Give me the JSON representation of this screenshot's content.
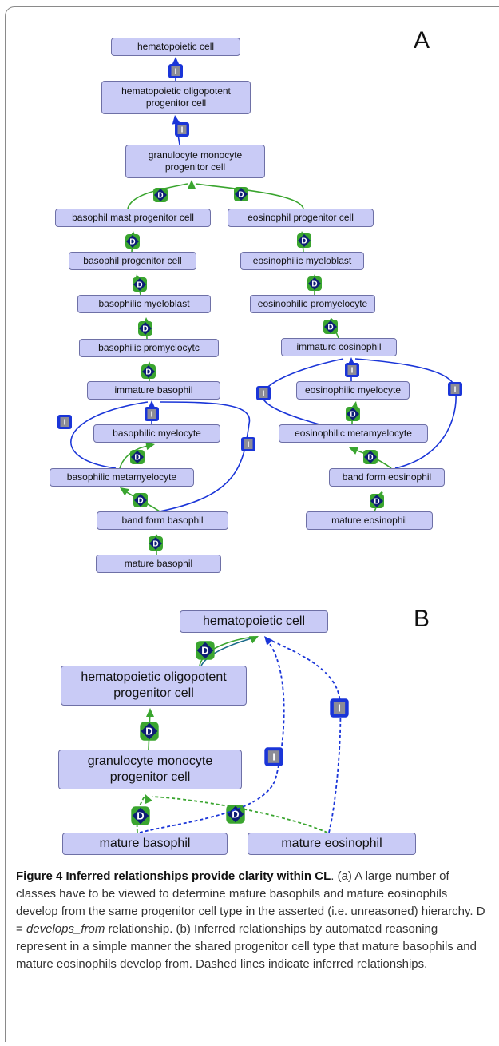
{
  "panels": {
    "a": {
      "label": "A",
      "nodes": {
        "hematopoietic_cell": "hematopoietic cell",
        "oligopotent": "hematopoietic oligopotent progenitor cell",
        "gmp": "granulocyte monocyte progenitor cell",
        "baso_mast_prog": "basophil mast progenitor cell",
        "eos_prog": "eosinophil progenitor cell",
        "baso_prog": "basophil progenitor cell",
        "eos_myeloblast": "eosinophilic myeloblast",
        "baso_myeloblast": "basophilic myeloblast",
        "eos_promyelocyte": "eosinophilic promyelocyte",
        "baso_promyelocyte": "basophilic promyclocytc",
        "immature_eos": "immaturc cosinophil",
        "immature_baso": "immature basophil",
        "eos_myelocyte": "eosinophilic myelocyte",
        "baso_myelocyte": "basophilic myelocyte",
        "eos_metamyelocyte": "eosinophilic metamyelocyte",
        "baso_metamyelocyte": "basophilic metamyelocyte",
        "band_eos": "band form eosinophil",
        "band_baso": "band form basophil",
        "mature_eos": "mature eosinophil",
        "mature_baso": "mature basophil"
      }
    },
    "b": {
      "label": "B",
      "nodes": {
        "hematopoietic_cell": "hematopoietic cell",
        "oligopotent": "hematopoietic oligopotent progenitor cell",
        "gmp": "granulocyte monocyte progenitor cell",
        "mature_baso": "mature basophil",
        "mature_eos": "mature eosinophil"
      }
    }
  },
  "badges": {
    "develops_from": "D",
    "is_a": "I"
  },
  "colors": {
    "develops_from": "#3aa52f",
    "is_a": "#1a35d8",
    "node_fill": "#c9cbf6",
    "node_border": "#6e70a6"
  },
  "caption": {
    "title": "Figure 4 Inferred relationships provide clarity within CL",
    "part1": ". (a) A large number of classes have to be viewed to determine mature basophils and mature eosinophils develop from the same progenitor cell type in the asserted (i.e. unreasoned) hierarchy. D = ",
    "term": "develops_from",
    "part2": " relationship. (b) Inferred relationships by automated reasoning represent in a simple manner the shared progenitor cell type that mature basophils and mature eosinophils develop from. Dashed lines indicate inferred relationships."
  }
}
